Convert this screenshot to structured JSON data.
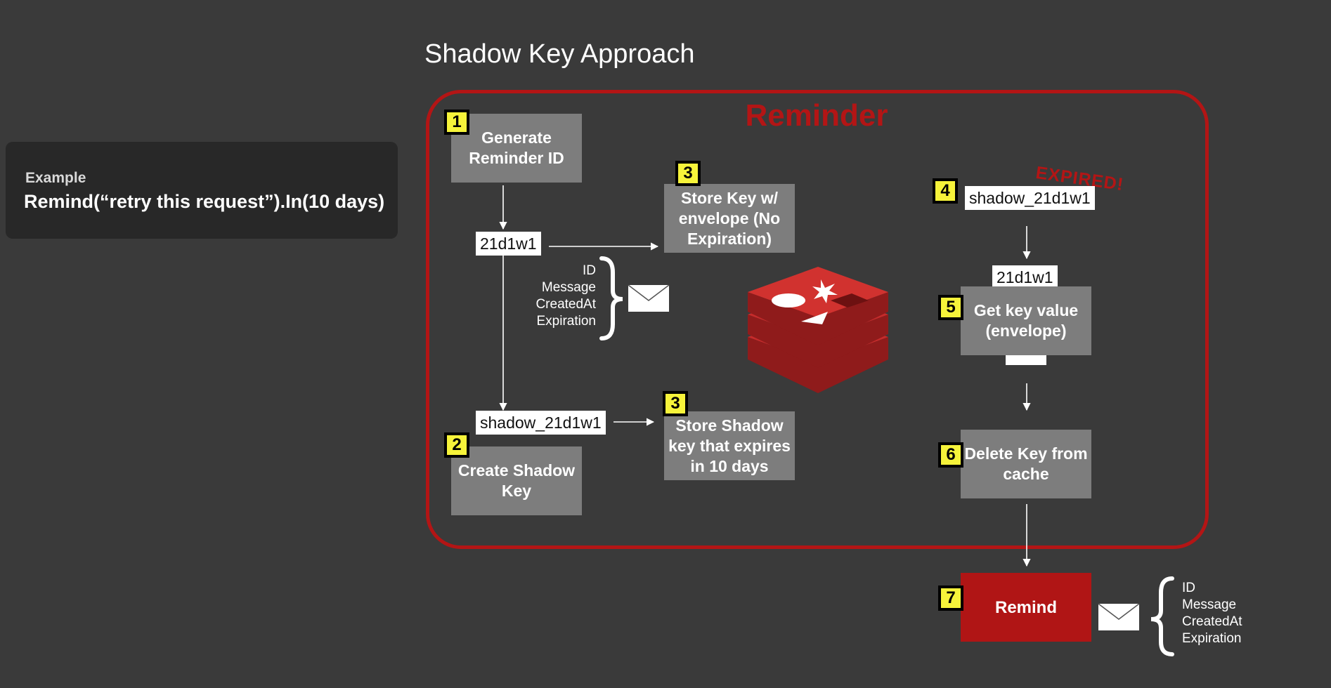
{
  "title": "Shadow Key Approach",
  "example": {
    "label": "Example",
    "code": "Remind(“retry this request”).In(10 days)"
  },
  "frame_title": "Reminder",
  "steps": {
    "generate": {
      "badge": "1",
      "label": "Generate Reminder ID"
    },
    "create_shadow": {
      "badge": "2",
      "label": "Create Shadow Key"
    },
    "store_key": {
      "badge": "3",
      "label": "Store Key w/ envelope (No Expiration)"
    },
    "store_shadow": {
      "badge": "3",
      "label": "Store Shadow key that expires in 10 days"
    },
    "expired_key": {
      "badge": "4"
    },
    "get_value": {
      "badge": "5",
      "label": "Get key value (envelope)"
    },
    "delete_key": {
      "badge": "6",
      "label": "Delete Key from cache"
    },
    "remind": {
      "badge": "7",
      "label": "Remind"
    }
  },
  "tags": {
    "id": "21d1w1",
    "shadow_left": "shadow_21d1w1",
    "shadow_right": "shadow_21d1w1",
    "id_right": "21d1w1"
  },
  "expired_label": "EXPIRED!",
  "envelope_fields": [
    "ID",
    "Message",
    "CreatedAt",
    "Expiration"
  ],
  "colors": {
    "background": "#3a3a3a",
    "accent_red": "#b31515",
    "box_gray": "#7d7d7d",
    "badge_yellow": "#f6f33a"
  },
  "icons": [
    "envelope-icon",
    "redis-logo",
    "brace-icon"
  ]
}
